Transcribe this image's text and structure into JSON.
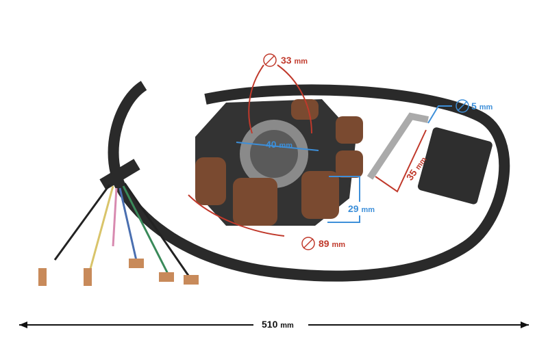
{
  "colors": {
    "red_annotation": "#c0392b",
    "blue_annotation": "#3d8fd9",
    "cable": "#2a2a2a",
    "coil": "#7a4a30"
  },
  "dimensions": {
    "inner_diameter": {
      "value": "33",
      "unit": "mm",
      "icon": "diameter-icon"
    },
    "hole_spacing": {
      "value": "40",
      "unit": "mm"
    },
    "hole_diameter": {
      "value": "5",
      "unit": "mm",
      "icon": "diameter-icon"
    },
    "mount_spacing": {
      "value": "35",
      "unit": "mm"
    },
    "height": {
      "value": "29",
      "unit": "mm"
    },
    "outer_diameter": {
      "value": "89",
      "unit": "mm",
      "icon": "diameter-icon"
    },
    "cable_length": {
      "value": "510",
      "unit": "mm"
    }
  }
}
